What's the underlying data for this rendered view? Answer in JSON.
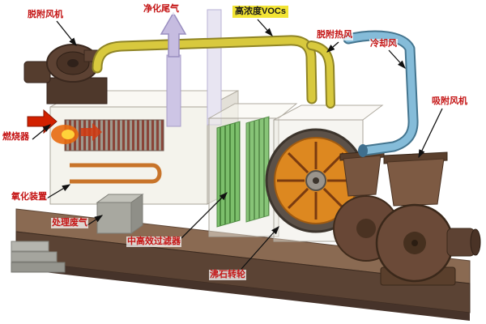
{
  "labels": {
    "desorption_fan": "脱附风机",
    "purified_exhaust": "净化尾气",
    "high_concentration_vocs": "高浓度VOCs",
    "desorption_hot_air": "脱附热风",
    "cooling_air": "冷却风",
    "adsorption_fan": "吸附风机",
    "burner": "燃烧器",
    "oxidation_unit": "氧化装置",
    "waste_gas_inlet": "处理废气",
    "medium_high_efficiency_filter": "中高效过滤器",
    "zeolite_rotor": "沸石转轮"
  },
  "colors": {
    "label_text": "#c41414",
    "voc_label_bg": "#f2e433",
    "pipe_yellow": "#d8c93e",
    "pipe_blue": "#85bcd9",
    "stack_purple": "#cdc5e5",
    "rotor_orange": "#dd8820",
    "filter_green": "#7cbf6b",
    "machine_brown": "#6b4a38",
    "platform_brown": "#80604a",
    "flame_orange": "#e86a10"
  }
}
